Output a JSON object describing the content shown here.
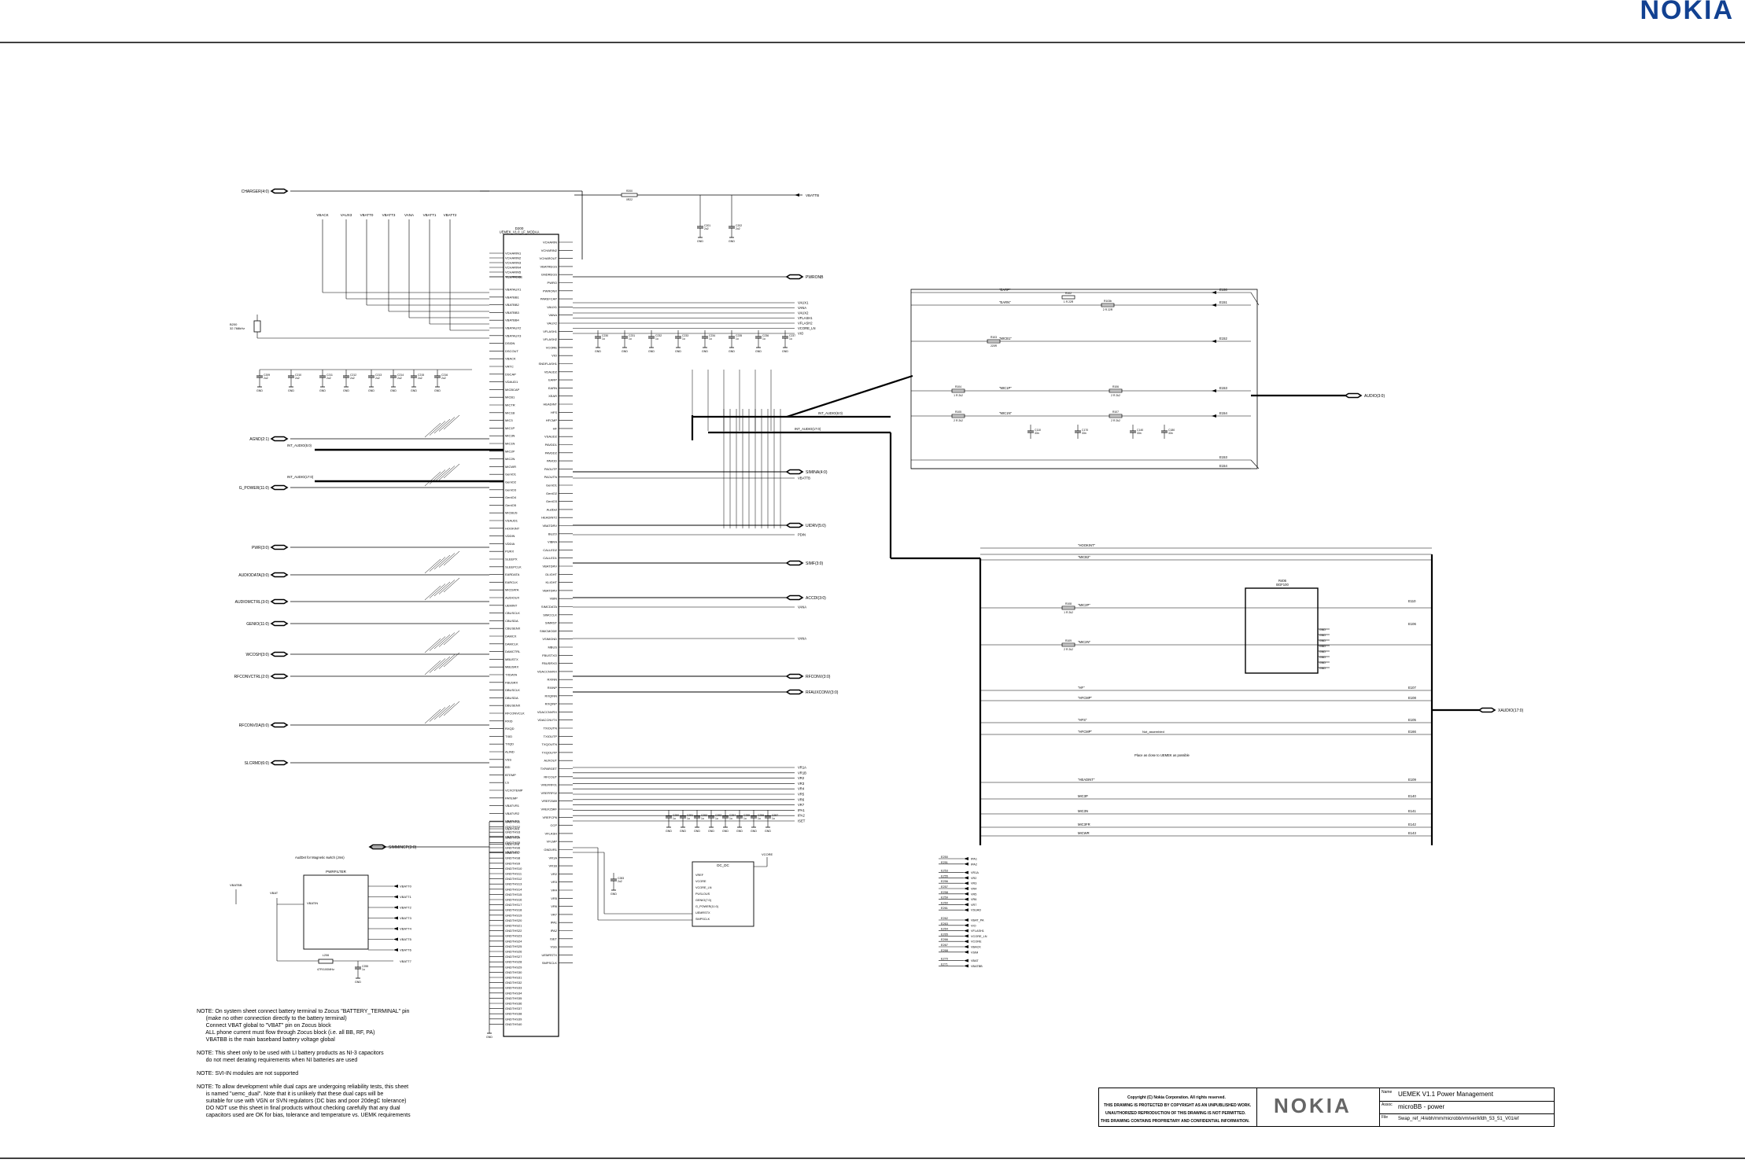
{
  "brand": {
    "name": "NOKIA",
    "color": "#124191"
  },
  "title_block": {
    "name_label": "Name",
    "name_value": "UEMEK V1.1 Power Management",
    "assoc_label": "Assoc",
    "assoc_value": "microBB - power",
    "file_label": "File",
    "file_value": "Swap_ref_/4/ebh/mm/microbb/vm/ver/kfdh_53_51_V01/ef",
    "copyright": "Copyright (C) Nokia Corporation. All rights reserved.",
    "line2": "THIS DRAWING IS PROTECTED BY COPYRIGHT AS AN UNPUBLISHED WORK.",
    "line3": "UNAUTHORIZED REPRODUCTION OF THIS DRAWING IS NOT PERMITTED.",
    "line4": "THIS DRAWING CONTAINS PROPRIETARY AND CONFIDENTIAL INFORMATION."
  },
  "chip": {
    "ref": "D200",
    "part": "UEMEK_V1.0_LF_MODAA"
  },
  "left_ports": [
    "CHARGER(4:0)",
    "AGND(2:1)",
    "G_POWER(11:0)",
    "PWR(3:0)",
    "AUDIODATA(3:0)",
    "AUDIOMCTRL(3:0)",
    "GENIO(11:0)",
    "WCOSH(3:0)",
    "RFCONVCTRL(2:0)",
    "RFCONVDA(5:0)",
    "SLCRMD(6:0)"
  ],
  "left_rails": [
    "VBACK",
    "VAUX3",
    "VBATT0",
    "VBATT3",
    "VANA",
    "VBATT1",
    "VBATT2"
  ],
  "chip_left_pins": [
    "VCHARIN1",
    "VCHARIN2",
    "VCHARIN3",
    "VCHARIN4",
    "VCHARIN5",
    "VCHARIN6",
    "TESTMODE",
    "VBATAUX1",
    "VBATBB1",
    "VBATBB2",
    "VBATBB3",
    "VBATBB4",
    "VBATAUX2",
    "VBATAUX3",
    "DSIDN",
    "DSCOUT",
    "VBACK",
    "VRTC",
    "DSCAP",
    "VDAUD1",
    "MICBCAP",
    "MICB1",
    "MICTR",
    "MIC1B",
    "MIC3",
    "MIC1P",
    "MIC3N",
    "MIC1N",
    "MIC2P",
    "MIC2N",
    "MICWR",
    "GenIO1",
    "GenIO2",
    "GenIO3",
    "GenIO4",
    "GenIO5",
    "MICBUS",
    "VSAUD1",
    "HOOKINT",
    "VDDIN",
    "VDDIA",
    "PURX",
    "SLEEPX",
    "SLEEPCLK",
    "EARDATA",
    "EARCLK",
    "MICDATA",
    "AUDIOUX",
    "UEMINT",
    "CBUSCLK",
    "CBUSDA",
    "CBUSENX",
    "DAMCX",
    "DAMCLK",
    "DAMCTRL",
    "MBUSTX",
    "MBUSRX",
    "TXDATA",
    "FBUSRX",
    "DBUSCLK",
    "DBUSDA",
    "DBUSENX",
    "RFCONVCLK",
    "RXID",
    "RXQD",
    "TXID",
    "TXQD",
    "ALIND",
    "VSS",
    "BSI",
    "BTEMP",
    "LS",
    "VCXOTEMP",
    "PATEMP",
    "VBATVR1",
    "VBATVR2",
    "VBATVR3",
    "VBATVR4",
    "VBATVR5",
    "VBATVR6",
    "VBATVR7"
  ],
  "chip_right_pins": [
    "VCHARIN",
    "VCHARIN2",
    "VCHAROUT",
    "VBATREGS",
    "GNDREGS",
    "PWRO",
    "PWRONX",
    "PAREFCAP",
    "VAUX1",
    "VANA",
    "VAUX2",
    "VFLASH1",
    "VFLASH2",
    "VCORE",
    "VIO",
    "SNDFLASH1",
    "VDAUD2",
    "EARP",
    "EARN",
    "XEAR",
    "HEADINT",
    "HFS",
    "HFCMP",
    "HF",
    "VSAUD2",
    "PAVDD1",
    "PAVDD2",
    "PAVDD",
    "PAOUTP",
    "PAOUTN",
    "GenIO1",
    "GenIO2",
    "GenIO3",
    "AudDet",
    "HEADINT2",
    "VBATDRV",
    "BUZO",
    "VIBRA",
    "CALLED2",
    "CALLED1",
    "VBATDRV",
    "DLIGHT",
    "KLIGHT",
    "VBATDRV",
    "VBIN",
    "SIMCDATA",
    "SIMCCLK",
    "SIMRST",
    "SIMCMODE",
    "VSIMGND",
    "MBUS",
    "FBUSTXO",
    "FBUSRXO",
    "VDACCNVRX",
    "RXINN",
    "RXINP",
    "RXQINN",
    "RXQINP",
    "VDACCNVRX",
    "VDACCNVTX",
    "TXIOUTN",
    "TXIOUTP",
    "TXQOUTN",
    "TXQOUTP",
    "AUXOUT",
    "TXPARGET",
    "RFCOUT",
    "VREFRF01",
    "VREFRF02",
    "VREF2589",
    "VREF25RF",
    "VREFCP6",
    "CCP",
    "VFLASH",
    "VFLMP",
    "GNDVR1",
    "VR1A",
    "VR1B",
    "VR2",
    "VR3",
    "VR4",
    "VR5",
    "VR6",
    "VR7",
    "IPA1",
    "IPA2",
    "ISET",
    "VSG",
    "UEMRSTX",
    "SMPSCLK"
  ],
  "chip_gnd_pins": [
    "GNDTHS1",
    "GNDTHS2",
    "GNDTHS3",
    "GNDTHS4",
    "GNDTHS5",
    "GNDTHS6",
    "GNDTHS7",
    "GNDTHS8",
    "GNDTHS9",
    "GNDTHS10",
    "GNDTHS11",
    "GNDTHS12",
    "GNDTHS13",
    "GNDTHS14",
    "GNDTHS15",
    "GNDTHS16",
    "GNDTHS17",
    "GNDTHS18",
    "GNDTHS19",
    "GNDTHS20",
    "GNDTHS21",
    "GNDTHS22",
    "GNDTHS23",
    "GNDTHS24",
    "GNDTHS25",
    "GNDTHS26",
    "GNDTHS27",
    "GNDTHS28",
    "GNDTHS29",
    "GNDTHS30",
    "GNDTHS31",
    "GNDTHS32",
    "GNDTHS33",
    "GNDTHS34",
    "GNDTHS35",
    "GNDTHS36",
    "GNDTHS37",
    "GNDTHS38",
    "GNDTHS39",
    "GNDTHS40"
  ],
  "right_outputs_top": [
    "VBATTB",
    "PWRONB",
    "VAUX1",
    "VANA",
    "VAUX2",
    "VFLASH1",
    "VFLASH2",
    "VCORE_LN",
    "VIO",
    "VANA"
  ],
  "right_outputs_mid": [
    "SIMINA(4:0)",
    "VBATTB",
    "UIDRV(5:0)",
    "PDIN",
    "SIMF(3:0)",
    "ACCDI(3:0)",
    "VANA",
    "VANA",
    "RFCONV(3:0)",
    "RFAUXCONV(3:0)"
  ],
  "vr_outputs": [
    "VR1A",
    "VR1B",
    "VR2",
    "VR3",
    "VR4",
    "VR5",
    "VR6",
    "VR7",
    "IPA1",
    "IPA2",
    "ISET"
  ],
  "audio_block": {
    "port": "AUDIO(3:0)",
    "nets": [
      "\"EARP\"",
      "\"EARN\"",
      "\"MICB1\"",
      "\"MIC1P\"",
      "\"MIC1N\""
    ],
    "terms": [
      "E150",
      "E151",
      "E152",
      "E153",
      "E154"
    ]
  },
  "xaudio_block": {
    "port": "XAUDIO(17:0)",
    "nets": [
      "\"HOOKINT\"",
      "\"MICB2\"",
      "\"MIC2P\"",
      "\"MIC2N\"",
      "\"HF\"",
      "\"HFCMP\"",
      "\"HFS\"",
      "\"HFCMP\"",
      "\"HEADINT\"",
      "MIC3P",
      "MIC3N",
      "MIC3FR",
      "MICWR"
    ],
    "chip": "BGF100",
    "chip_ref": "R406",
    "terms": [
      "E110",
      "E106",
      "E107",
      "E108",
      "E105",
      "E166",
      "E109",
      "E140",
      "E141",
      "E142",
      "E143"
    ],
    "note_fit": "Not_assembled",
    "note_place": "Place as close to UEMEK as possible"
  },
  "dcdc": {
    "title": "DC_DC",
    "pins": [
      "VREF",
      "VCORE",
      "VCORE_LN",
      "PUSLOUS",
      "GENIO(7:0)",
      "G_POWER(11:0)",
      "UEMRSTX",
      "SMPSCLK"
    ],
    "out": "VCORE"
  },
  "pwrfilter": {
    "title": "PWRFILTER",
    "in": "VBATIN",
    "outs": [
      "VBATT0",
      "VBATT1",
      "VBATT2",
      "VBATT3",
      "VBATT4",
      "VBATT5",
      "VBATT6"
    ],
    "src": "VBATBB",
    "vbat": "VBAT",
    "inductor": "L206",
    "ind_val": "47R/100MHz",
    "cap": "C255",
    "out_extra": "VBATT7"
  },
  "crystal": {
    "ref": "B200",
    "val": "32.768kHz"
  },
  "test_points": [
    "E250 IPA1",
    "E251 IPA2",
    "E253 VR1A",
    "E255 VR2",
    "E256 VR3",
    "E257 VR4",
    "E258 VR5",
    "E259 VR6",
    "E260 VR7",
    "E261 VSUAD",
    "E262 VBAT_PA",
    "E263 VIO",
    "E264 VFLASH1",
    "E265 VCORE_LN",
    "E266 VCORE",
    "E267 VBACK",
    "E268 VSIM",
    "E270 VBAT",
    "E271 VBATBB"
  ],
  "notes": [
    "NOTE: On system sheet connect battery terminal to Zocus \"BATTERY_TERMINAL\" pin",
    "      (make no other connection directly to the battery terminal)",
    "      Connect VBAT global to \"VBAT\" pin on Zocus block",
    "      ALL phone current must flow through Zocus block (i.e. all BB, RF, PA)",
    "      VBATBB is the main baseband battery voltage global",
    "NOTE: This sheet only to be used with LI battery products as NI-3 capacitors",
    "      do not meet derating requirements when NI batteries are used",
    "NOTE: SVI-IN modules are not supported",
    "NOTE: To allow development while dual caps are undergoing reliability tests, this sheet",
    "      is named \"uemc_dual\". Note that it is unlikely that these dual caps will be",
    "      suitable for use with VGN or SVN regulators (DC bias and poor 20degC tolerance)",
    "      DO NOT use this sheet in final products without checking carefully that any dual",
    "      capacitors used are OK for bias, tolerance and temperature vs. UEMK requirements"
  ],
  "labels": {
    "audmed": "AudDet for Magnetic switch (Jms)",
    "int_audio": "INT_AUDIO(5:0)",
    "int_audio2": "INT_AUDIO(17:0)",
    "int_audio_r": "INT_AUDIO(6:0)",
    "int_audio_r2": "INT_AUDIO(17:0)",
    "hwmicp": "SIMMINCP(3:0)"
  }
}
